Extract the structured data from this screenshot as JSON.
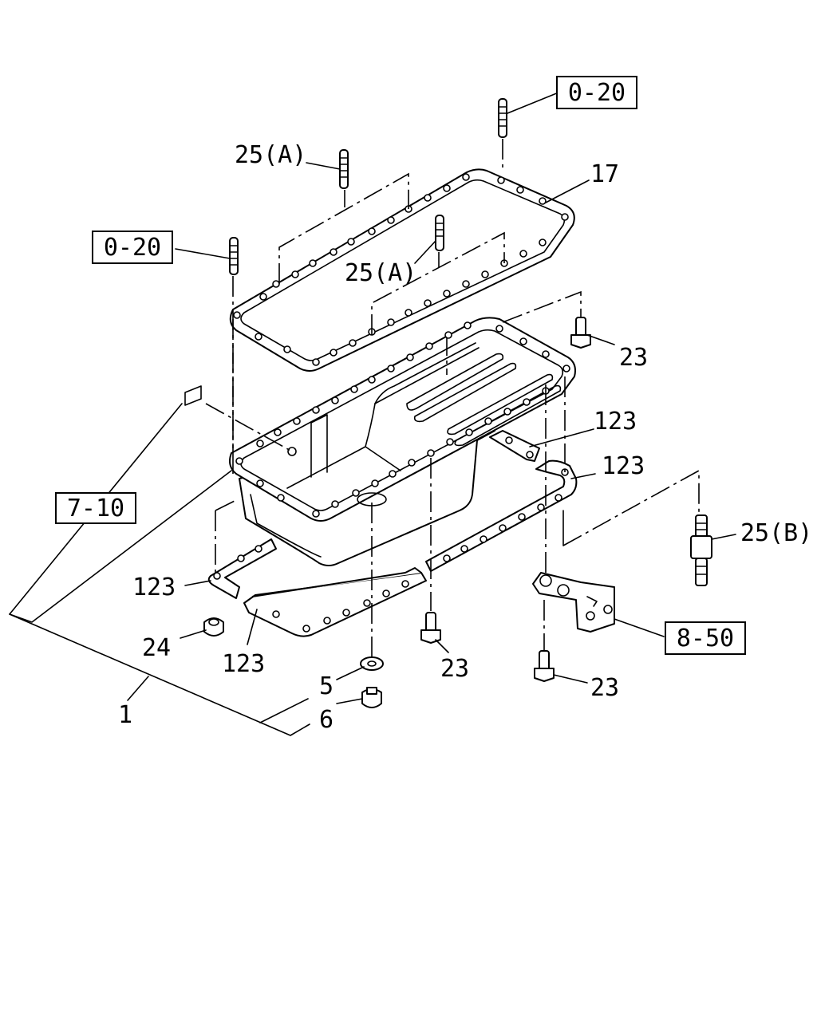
{
  "callouts": {
    "ref_0_20_top": "0-20",
    "ref_0_20_left": "0-20",
    "ref_7_10": "7-10",
    "ref_8_50": "8-50",
    "p25a_upper": "25(A)",
    "p25a_lower": "25(A)",
    "p17": "17",
    "p23_right": "23",
    "p123_a": "123",
    "p123_b": "123",
    "p25b": "25(B)",
    "p123_c": "123",
    "p24": "24",
    "p123_d": "123",
    "p23_mid": "23",
    "p5": "5",
    "p8_50_bolt_23": "23",
    "p1": "1",
    "p6": "6"
  }
}
